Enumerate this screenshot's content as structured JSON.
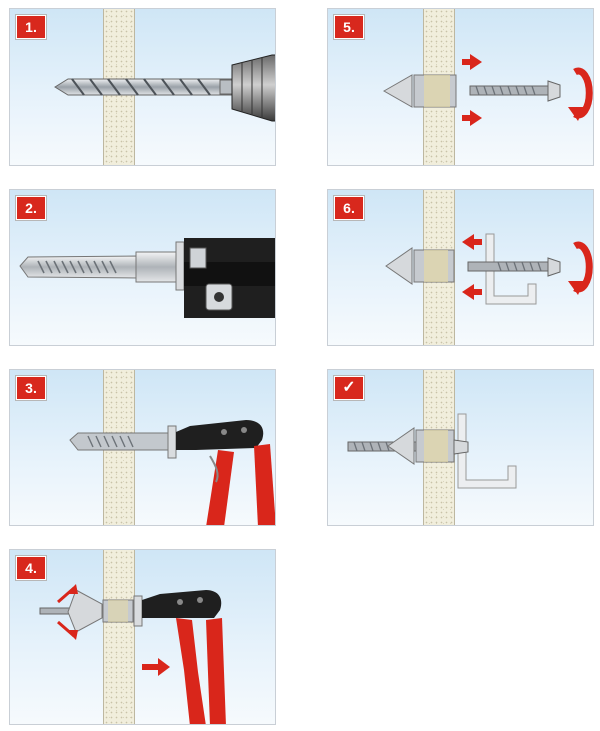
{
  "steps": [
    {
      "label": "1."
    },
    {
      "label": "2."
    },
    {
      "label": "3."
    },
    {
      "label": "4."
    },
    {
      "label": "5."
    },
    {
      "label": "6."
    },
    {
      "label": "✓"
    }
  ],
  "colors": {
    "accent_red": "#d8281d",
    "sky_top": "#cfe6f6",
    "sky_bottom": "#f6fafd",
    "wall": "#f1eedc",
    "metal": "#c9cdd2",
    "tool_black": "#1f1f1f"
  }
}
